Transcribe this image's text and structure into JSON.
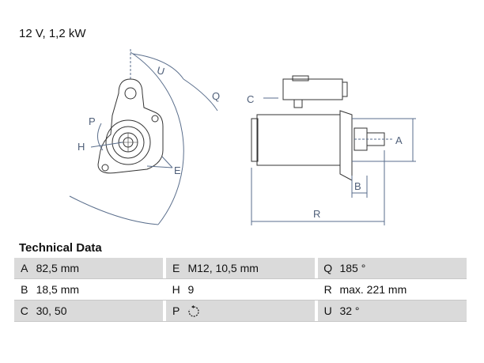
{
  "header": {
    "spec": "12 V, 1,2 kW"
  },
  "diagram": {
    "labels": {
      "u": "U",
      "q": "Q",
      "p": "P",
      "h": "H",
      "e": "E",
      "c": "C",
      "a": "A",
      "b": "B",
      "r": "R"
    },
    "line_color": "#5a6e8c"
  },
  "tech": {
    "title": "Technical Data",
    "rows": [
      [
        {
          "k": "A",
          "v": "82,5 mm"
        },
        {
          "k": "E",
          "v": "M12, 10,5 mm"
        },
        {
          "k": "Q",
          "v": "185 °"
        }
      ],
      [
        {
          "k": "B",
          "v": "18,5 mm"
        },
        {
          "k": "H",
          "v": "9"
        },
        {
          "k": "R",
          "v": "max. 221 mm"
        }
      ],
      [
        {
          "k": "C",
          "v": "30, 50"
        },
        {
          "k": "P",
          "v": "",
          "icon": "rotation-counterclockwise-icon"
        },
        {
          "k": "U",
          "v": "32 °"
        }
      ]
    ]
  }
}
